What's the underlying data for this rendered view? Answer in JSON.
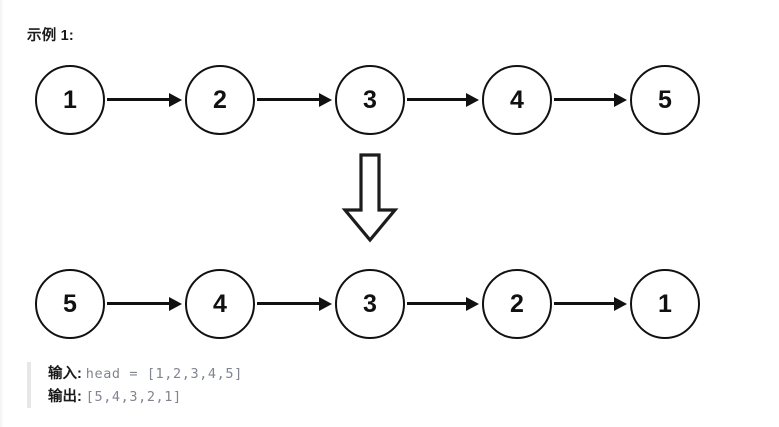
{
  "page": {
    "title_label": "示例 1:",
    "background_color": "#ffffff",
    "stroke_color": "#111111",
    "code_bar_color": "#e7e7ea",
    "code_text_color": "#81858f"
  },
  "diagram": {
    "type": "linked-list-transformation",
    "transform_arrow": {
      "icon": "block-arrow-down-icon",
      "direction": "down",
      "style": "outlined"
    },
    "rows": [
      {
        "id": "input-list",
        "caption": "input linked list",
        "nodes": [
          {
            "value": "1"
          },
          {
            "value": "2"
          },
          {
            "value": "3"
          },
          {
            "value": "4"
          },
          {
            "value": "5"
          }
        ],
        "connectors": 4,
        "connector_icon": "arrow-right-icon"
      },
      {
        "id": "output-list",
        "caption": "reversed linked list",
        "nodes": [
          {
            "value": "5"
          },
          {
            "value": "4"
          },
          {
            "value": "3"
          },
          {
            "value": "2"
          },
          {
            "value": "1"
          }
        ],
        "connectors": 4,
        "connector_icon": "arrow-right-icon"
      }
    ],
    "node_centers_x": [
      70,
      220,
      370,
      517,
      665
    ],
    "node_diameter": 70
  },
  "code": {
    "lines": [
      {
        "label": "输入:",
        "value": "head = [1,2,3,4,5]"
      },
      {
        "label": "输出:",
        "value": "[5,4,3,2,1]"
      }
    ]
  }
}
